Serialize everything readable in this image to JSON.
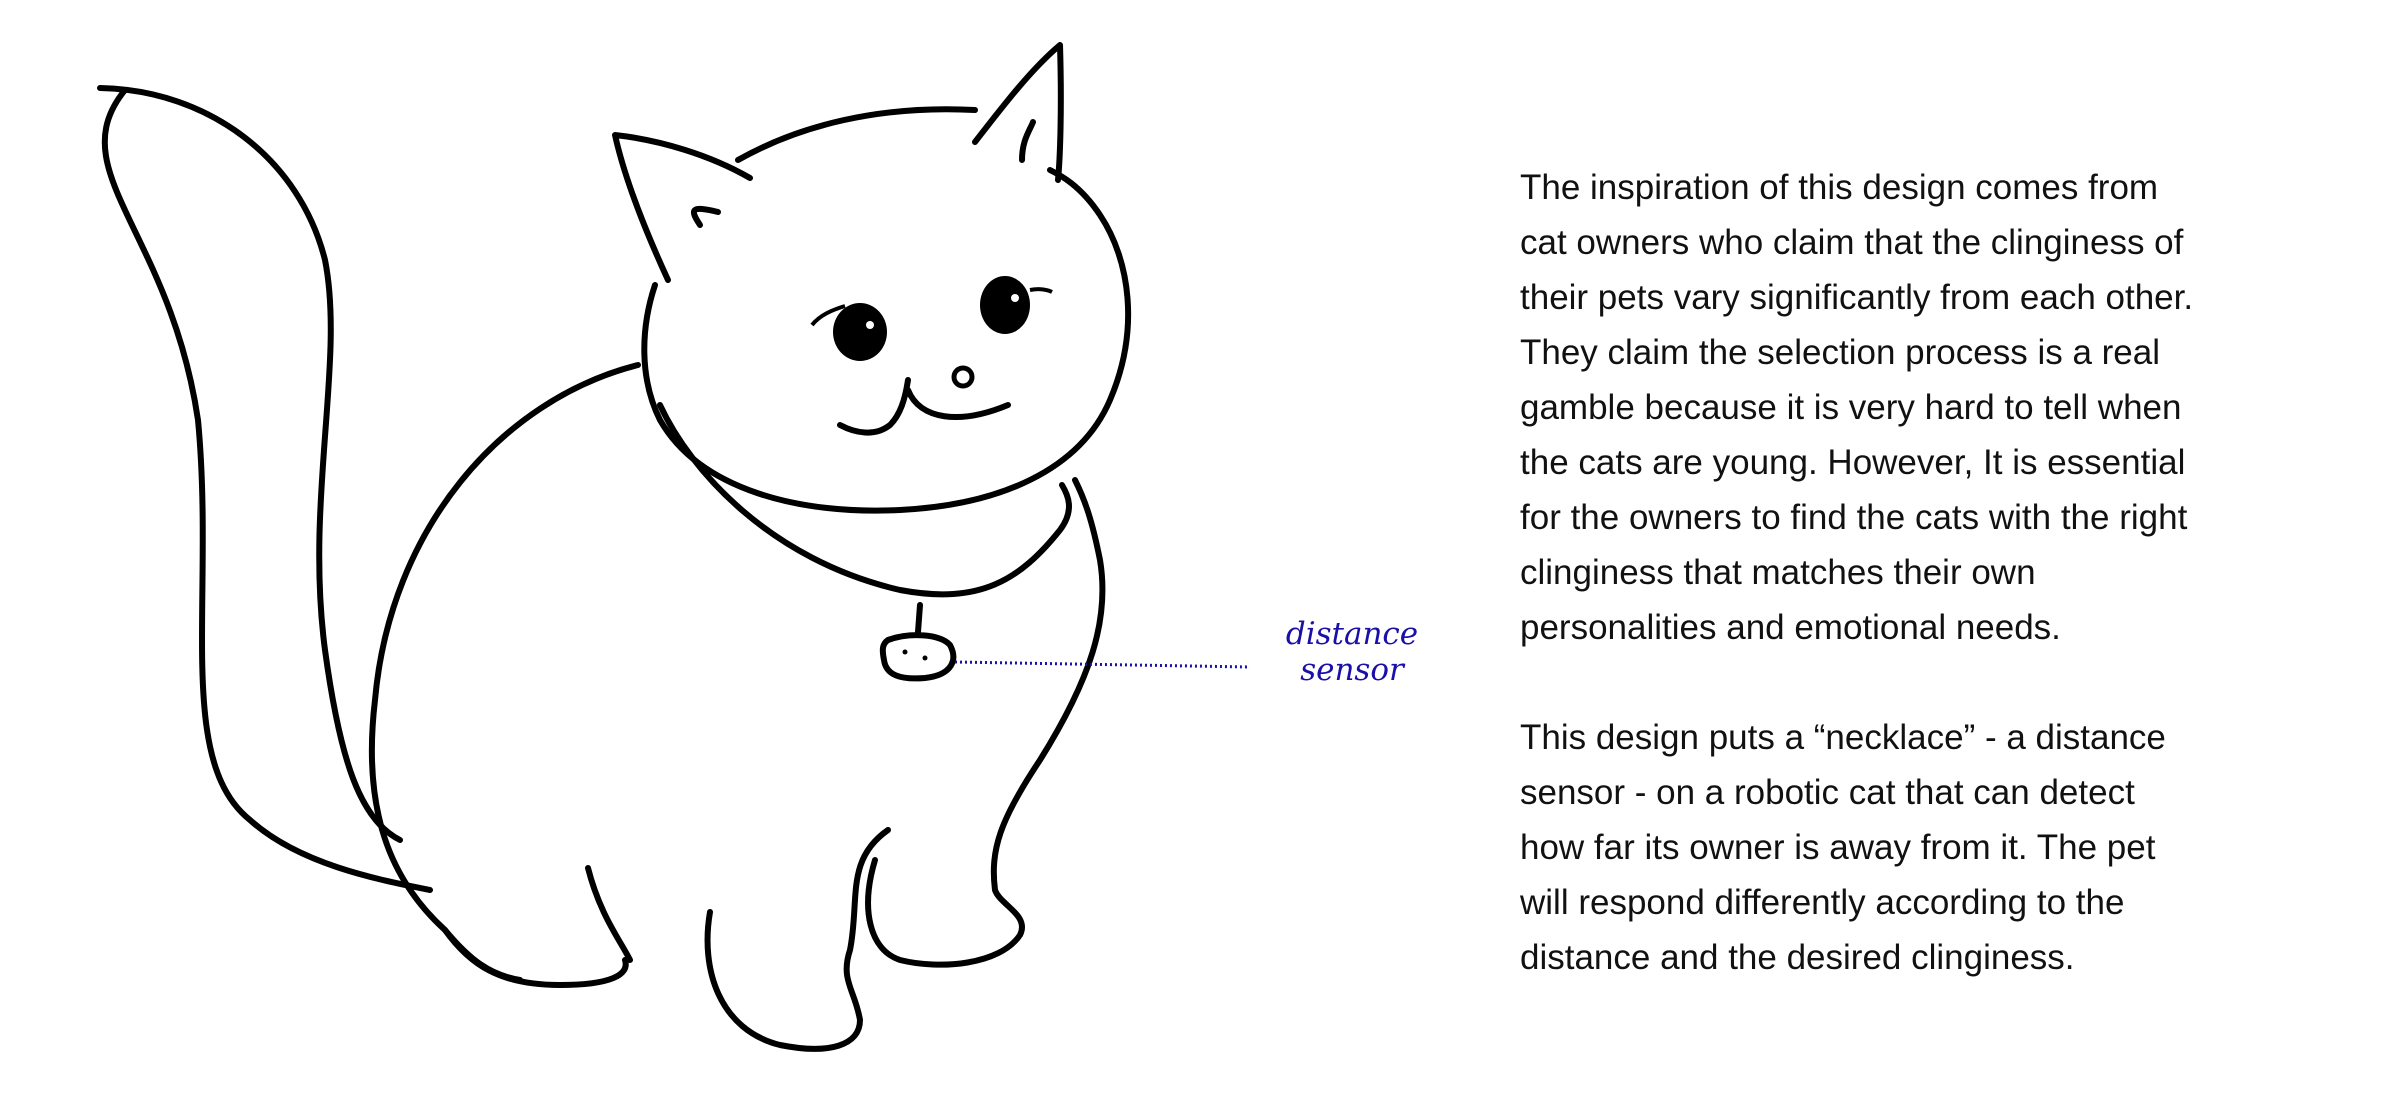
{
  "annotation": {
    "line1": "distance",
    "line2": "sensor",
    "color": "#1a0fa8"
  },
  "description": {
    "paragraph1": [
      "The inspiration of this design comes from",
      "cat owners who claim that the clinginess of",
      "their pets vary significantly from each other.",
      "They claim the selection process is a real",
      "gamble because it is very hard to tell when",
      "the cats are young. However, It is essential",
      "for the owners to find the cats with the right",
      "clinginess that matches their own",
      "personalities and emotional needs."
    ],
    "paragraph2": [
      "This design puts a “necklace” - a distance",
      "sensor - on a robotic cat that can detect",
      "how far its owner is away from it. The pet",
      "will respond differently according to the",
      "distance and the desired clinginess."
    ]
  }
}
